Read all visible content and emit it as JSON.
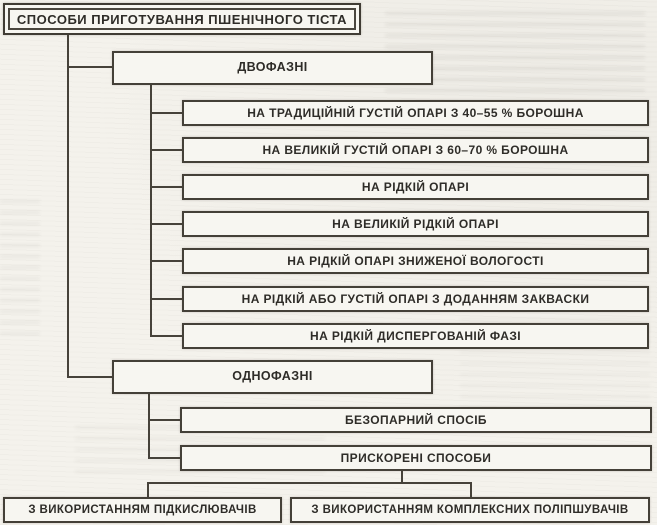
{
  "diagram": {
    "title": "СПОСОБИ ПРИГОТУВАННЯ ПШЕНІЧНОГО ТІСТА",
    "groups": [
      {
        "label": "ДВОФАЗНІ",
        "children": [
          "НА ТРАДИЦІЙНІЙ ГУСТІЙ ОПАРІ З 40–55 % БОРОШНА",
          "НА ВЕЛИКІЙ ГУСТІЙ ОПАРІ З 60–70 % БОРОШНА",
          "НА РІДКІЙ ОПАРІ",
          "НА ВЕЛИКІЙ РІДКІЙ ОПАРІ",
          "НА РІДКІЙ ОПАРІ ЗНИЖЕНОЇ ВОЛОГОСТІ",
          "НА РІДКІЙ АБО ГУСТІЙ ОПАРІ З ДОДАННЯМ ЗАКВАСКИ",
          "НА РІДКІЙ ДИСПЕРГОВАНІЙ ФАЗІ"
        ]
      },
      {
        "label": "ОДНОФАЗНІ",
        "children": [
          "БЕЗОПАРНИЙ СПОСІБ",
          "ПРИСКОРЕНІ СПОСОБИ"
        ],
        "accelerated_variants": [
          "З ВИКОРИСТАННЯМ ПІДКИСЛЮВАЧІВ",
          "З ВИКОРИСТАННЯМ КОМПЛЕКСНИХ ПОЛІПШУВАЧІВ"
        ]
      }
    ],
    "colors": {
      "line": "#46423a",
      "background": "#f4f2ec",
      "box_fill": "#f7f6f1",
      "text": "#2e2c28"
    }
  }
}
